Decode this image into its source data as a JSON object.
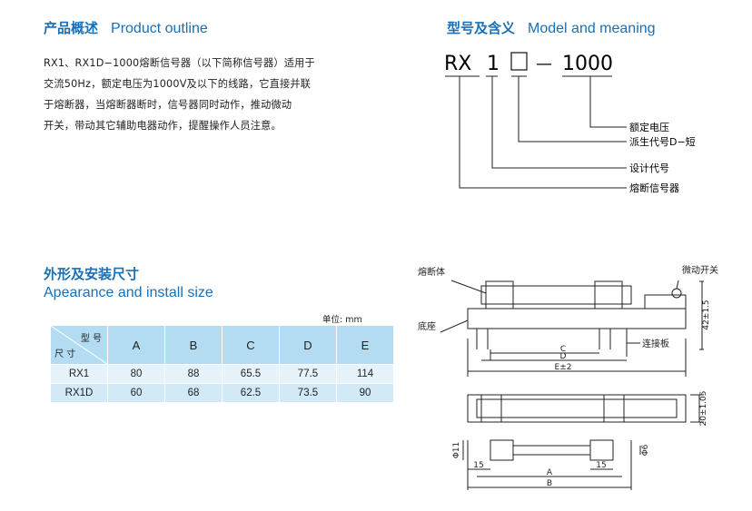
{
  "outline": {
    "title_cn": "产品概述",
    "title_en": "Product outline",
    "body_lines": [
      "RX1、RX1D−1000熔断信号器（以下简称信号器）适用于",
      "交流50Hz，额定电压为1000V及以下的线路，它直接并联",
      "于熔断器，当熔断器断时，信号器同时动作，推动微动",
      "开关，带动其它辅助电器动作，提醒操作人员注意。"
    ]
  },
  "model": {
    "title_cn": "型号及含义",
    "title_en": "Model and meaning",
    "code_rx": "RX",
    "code_1": "1",
    "code_dash": "—",
    "code_1000": "1000",
    "labels": [
      "额定电压",
      "派生代号D−短",
      "设计代号",
      "熔断信号器"
    ]
  },
  "size": {
    "title_cn": "外形及安装尺寸",
    "title_en": "Apearance and install size",
    "unit": "单位: mm",
    "corner_top": "型 号",
    "corner_bottom": "尺 寸",
    "columns": [
      "A",
      "B",
      "C",
      "D",
      "E"
    ],
    "rows": [
      {
        "model": "RX1",
        "values": [
          "80",
          "88",
          "65.5",
          "77.5",
          "114"
        ]
      },
      {
        "model": "RX1D",
        "values": [
          "60",
          "68",
          "62.5",
          "73.5",
          "90"
        ]
      }
    ]
  },
  "drawing": {
    "label_fuse_body": "熔断体",
    "label_micro_switch": "微动开关",
    "label_base": "底座",
    "label_connector": "连接板",
    "dim_c": "C",
    "dim_d": "D",
    "dim_e": "E±2",
    "dim_height": "42±1.5",
    "dim_width": "20±1.05",
    "dim_phi11": "Φ11",
    "dim_phi6": "Φ6",
    "dim_15a": "15",
    "dim_15b": "15",
    "dim_a": "A",
    "dim_b": "B"
  }
}
